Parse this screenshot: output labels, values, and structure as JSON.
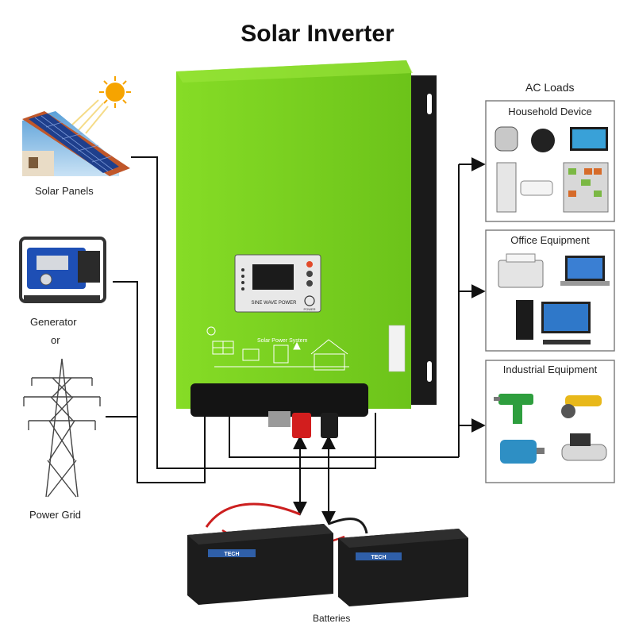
{
  "title": "Solar Inverter",
  "sources": {
    "solar": "Solar Panels",
    "generator": "Generator",
    "or": "or",
    "grid": "Power Grid"
  },
  "loads": {
    "heading": "AC Loads",
    "household": "Household Device",
    "office": "Office Equipment",
    "industrial": "Industrial Equipment"
  },
  "batteries": "Batteries",
  "inverter": {
    "panel_label": "SINE WAVE POWER",
    "system_label": "Solar Power System",
    "power_label": "POWER"
  },
  "battery_brand": "TECH",
  "colors": {
    "inverter_body": "#7dd321",
    "inverter_dark": "#5ea812",
    "bracket": "#1a1a1a",
    "battery": "#1c1c1c",
    "cable_red": "#cc1f1f",
    "wire": "#111111",
    "box_border": "#777777"
  }
}
